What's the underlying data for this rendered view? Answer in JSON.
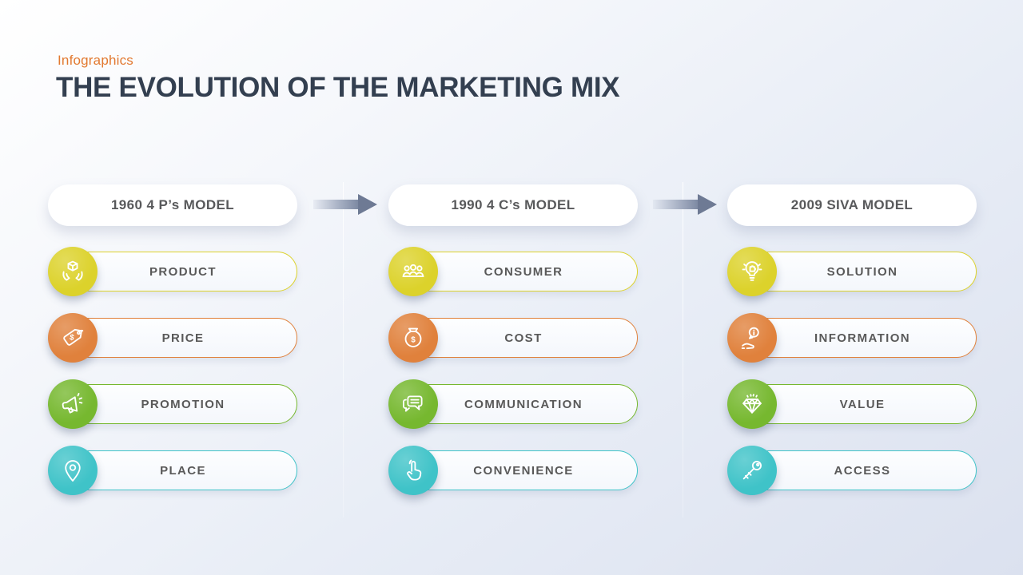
{
  "slide": {
    "eyebrow": "Infographics",
    "title": "THE EVOLUTION OF THE MARKETING MIX"
  },
  "theme": {
    "eyebrow_color": "#E27930",
    "title_color": "#333F50",
    "header_text_color": "#58595B",
    "label_text_color": "#595959",
    "arrow_gradient_start": "#C9D0DF",
    "arrow_gradient_end": "#6E7A94",
    "background_top_left": "#FFFFFF",
    "background_bottom_right": "#DBE1EF",
    "colors": {
      "yellow": "#DCD22B",
      "orange": "#E0813C",
      "green": "#76B82F",
      "teal": "#3FC3C8"
    }
  },
  "columns": [
    {
      "header": "1960 4 P’s MODEL",
      "items": [
        {
          "label": "PRODUCT",
          "icon": "hands-cube-icon",
          "color": "yellow"
        },
        {
          "label": "PRICE",
          "icon": "price-tag-icon",
          "color": "orange"
        },
        {
          "label": "PROMOTION",
          "icon": "megaphone-icon",
          "color": "green"
        },
        {
          "label": "PLACE",
          "icon": "map-pin-icon",
          "color": "teal"
        }
      ]
    },
    {
      "header": "1990 4 C’s MODEL",
      "items": [
        {
          "label": "CONSUMER",
          "icon": "people-group-icon",
          "color": "yellow"
        },
        {
          "label": "COST",
          "icon": "money-bag-icon",
          "color": "orange"
        },
        {
          "label": "COMMUNICATION",
          "icon": "chat-bubbles-icon",
          "color": "green"
        },
        {
          "label": "CONVENIENCE",
          "icon": "tap-finger-icon",
          "color": "teal"
        }
      ]
    },
    {
      "header": "2009 SIVA MODEL",
      "items": [
        {
          "label": "SOLUTION",
          "icon": "bulb-puzzle-icon",
          "color": "yellow"
        },
        {
          "label": "INFORMATION",
          "icon": "info-hand-icon",
          "color": "orange"
        },
        {
          "label": "VALUE",
          "icon": "diamond-icon",
          "color": "green"
        },
        {
          "label": "ACCESS",
          "icon": "key-icon",
          "color": "teal"
        }
      ]
    }
  ]
}
